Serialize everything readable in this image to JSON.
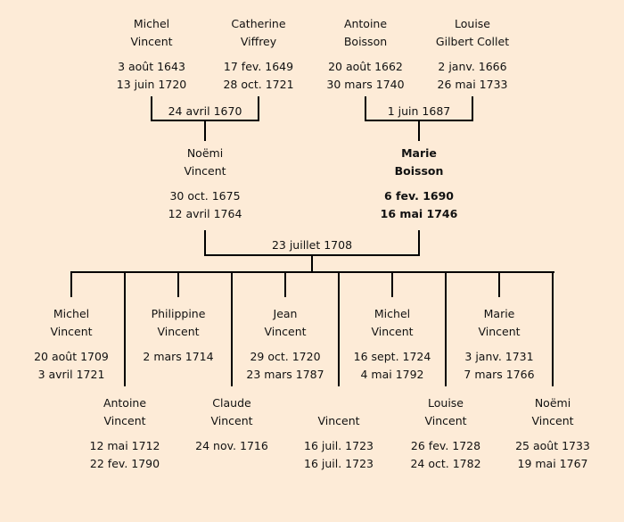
{
  "grandparents": [
    {
      "first": "Michel",
      "last": "Vincent",
      "birth": "3 août 1643",
      "death": "13 juin 1720"
    },
    {
      "first": "Catherine",
      "last": "Viffrey",
      "birth": "17 fev. 1649",
      "death": "28 oct. 1721"
    },
    {
      "first": "Antoine",
      "last": "Boisson",
      "birth": "20 août 1662",
      "death": "30 mars 1740"
    },
    {
      "first": "Louise",
      "last": "Gilbert Collet",
      "birth": "2 janv. 1666",
      "death": "26 mai 1733"
    }
  ],
  "marriages": {
    "vincent_viffrey": "24 avril 1670",
    "boisson_collet": "1 juin 1687",
    "vincent_boisson": "23 juillet 1708"
  },
  "parents": [
    {
      "first": "Noëmi",
      "last": "Vincent",
      "birth": "30 oct. 1675",
      "death": "12 avril 1764"
    },
    {
      "first": "Marie",
      "last": "Boisson",
      "birth": "6 fev. 1690",
      "death": "16 mai 1746",
      "highlighted": true
    }
  ],
  "children": [
    {
      "first": "Michel",
      "last": "Vincent",
      "birth": "20 août 1709",
      "death": "3 avril 1721"
    },
    {
      "first": "Antoine",
      "last": "Vincent",
      "birth": "12 mai 1712",
      "death": "22 fev. 1790"
    },
    {
      "first": "Philippine",
      "last": "Vincent",
      "birth": "2 mars 1714",
      "death": ""
    },
    {
      "first": "Claude",
      "last": "Vincent",
      "birth": "24 nov. 1716",
      "death": ""
    },
    {
      "first": "Jean",
      "last": "Vincent",
      "birth": "29 oct. 1720",
      "death": "23 mars 1787"
    },
    {
      "first": "",
      "last": "Vincent",
      "birth": "16 juil. 1723",
      "death": "16 juil. 1723"
    },
    {
      "first": "Michel",
      "last": "Vincent",
      "birth": "16 sept. 1724",
      "death": "4 mai 1792"
    },
    {
      "first": "Louise",
      "last": "Vincent",
      "birth": "26 fev. 1728",
      "death": "24 oct. 1782"
    },
    {
      "first": "Marie",
      "last": "Vincent",
      "birth": "3 janv. 1731",
      "death": "7 mars 1766"
    },
    {
      "first": "Noëmi",
      "last": "Vincent",
      "birth": "25 août 1733",
      "death": "19 mai 1767"
    }
  ]
}
